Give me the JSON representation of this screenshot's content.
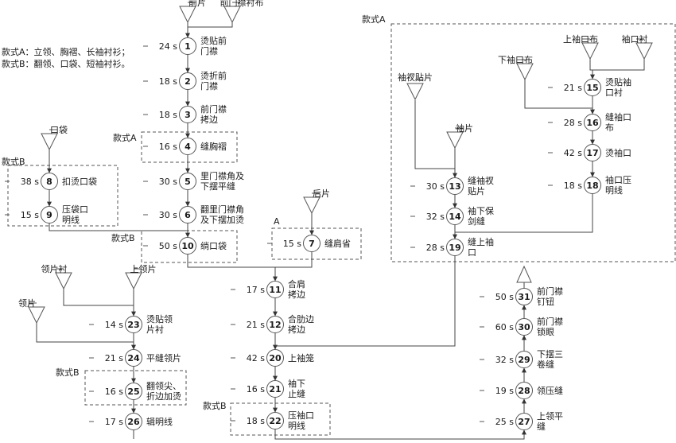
{
  "legend": [
    "款式A：立领、胸褶、长袖衬衫；",
    "款式B：翻领、口袋、短袖衬衫。"
  ],
  "groups": [
    {
      "id": "g_big_A",
      "label": "款式A"
    },
    {
      "id": "g_4",
      "label": "款式A"
    },
    {
      "id": "g_8_9",
      "label": "款式B"
    },
    {
      "id": "g_10",
      "label": "款式B"
    },
    {
      "id": "g_7",
      "label": "A"
    },
    {
      "id": "g_25",
      "label": "款式B"
    },
    {
      "id": "g_22",
      "label": "款式B"
    }
  ],
  "materials": [
    {
      "id": "m_qianpian",
      "label": "前片"
    },
    {
      "id": "m_menjin_chenbu",
      "label": "前门襟衬布"
    },
    {
      "id": "m_koudai",
      "label": "口袋"
    },
    {
      "id": "m_houpian",
      "label": "后片"
    },
    {
      "id": "m_lingpianchen",
      "label": "领片衬"
    },
    {
      "id": "m_shanglingpian",
      "label": "上领片"
    },
    {
      "id": "m_lingpian",
      "label": "领片"
    },
    {
      "id": "m_xiuchatiepian",
      "label": "袖衩贴片"
    },
    {
      "id": "m_xiupian",
      "label": "袖片"
    },
    {
      "id": "m_xiaxiukoubu",
      "label": "下袖口布"
    },
    {
      "id": "m_shangxiukoubu",
      "label": "上袖口布"
    },
    {
      "id": "m_xiukouchen",
      "label": "袖口衬"
    }
  ],
  "operations": [
    {
      "id": "op1",
      "num": "1",
      "time": "24 s",
      "label": [
        "烫贴前",
        "门襟"
      ]
    },
    {
      "id": "op2",
      "num": "2",
      "time": "18 s",
      "label": [
        "烫折前",
        "门襟"
      ]
    },
    {
      "id": "op3",
      "num": "3",
      "time": "18 s",
      "label": [
        "前门襟",
        "拷边"
      ]
    },
    {
      "id": "op4",
      "num": "4",
      "time": "16 s",
      "label": [
        "缝胸褶"
      ]
    },
    {
      "id": "op5",
      "num": "5",
      "time": "30 s",
      "label": [
        "里门襟角及",
        "下摆平缝"
      ]
    },
    {
      "id": "op6",
      "num": "6",
      "time": "30 s",
      "label": [
        "翻里门襟角",
        "及下摆加烫"
      ]
    },
    {
      "id": "op7",
      "num": "7",
      "time": "15 s",
      "label": [
        "缝肩省"
      ]
    },
    {
      "id": "op8",
      "num": "8",
      "time": "38 s",
      "label": [
        "扣烫口袋"
      ]
    },
    {
      "id": "op9",
      "num": "9",
      "time": "15 s",
      "label": [
        "压袋口",
        "明线"
      ]
    },
    {
      "id": "op10",
      "num": "10",
      "time": "50 s",
      "label": [
        "绱口袋"
      ]
    },
    {
      "id": "op11",
      "num": "11",
      "time": "17 s",
      "label": [
        "合肩",
        "拷边"
      ]
    },
    {
      "id": "op12",
      "num": "12",
      "time": "21 s",
      "label": [
        "合肋边",
        "拷边"
      ]
    },
    {
      "id": "op13",
      "num": "13",
      "time": "30 s",
      "label": [
        "缝袖衩",
        "贴片"
      ]
    },
    {
      "id": "op14",
      "num": "14",
      "time": "32 s",
      "label": [
        "袖下保",
        "剑缝"
      ]
    },
    {
      "id": "op15",
      "num": "15",
      "time": "21 s",
      "label": [
        "烫贴袖",
        "口衬"
      ]
    },
    {
      "id": "op16",
      "num": "16",
      "time": "28 s",
      "label": [
        "缝袖口",
        "布"
      ]
    },
    {
      "id": "op17",
      "num": "17",
      "time": "42 s",
      "label": [
        "烫袖口"
      ]
    },
    {
      "id": "op18",
      "num": "18",
      "time": "18 s",
      "label": [
        "袖口压",
        "明线"
      ]
    },
    {
      "id": "op19",
      "num": "19",
      "time": "28 s",
      "label": [
        "缝上袖",
        "口"
      ]
    },
    {
      "id": "op20",
      "num": "20",
      "time": "42 s",
      "label": [
        "上袖笼"
      ]
    },
    {
      "id": "op21",
      "num": "21",
      "time": "16 s",
      "label": [
        "袖下",
        "止缝"
      ]
    },
    {
      "id": "op22",
      "num": "22",
      "time": "18 s",
      "label": [
        "压袖口",
        "明线"
      ]
    },
    {
      "id": "op23",
      "num": "23",
      "time": "14 s",
      "label": [
        "烫贴领",
        "片衬"
      ]
    },
    {
      "id": "op24",
      "num": "24",
      "time": "21 s",
      "label": [
        "平缝领片"
      ]
    },
    {
      "id": "op25",
      "num": "25",
      "time": "16 s",
      "label": [
        "翻领尖、",
        "折边加烫"
      ]
    },
    {
      "id": "op26",
      "num": "26",
      "time": "17 s",
      "label": [
        "辑明线"
      ]
    },
    {
      "id": "op27",
      "num": "27",
      "time": "25 s",
      "label": [
        "上领平",
        "缝"
      ]
    },
    {
      "id": "op28",
      "num": "28",
      "time": "19 s",
      "label": [
        "领压缝"
      ]
    },
    {
      "id": "op29",
      "num": "29",
      "time": "32 s",
      "label": [
        "下摆三",
        "卷缝"
      ]
    },
    {
      "id": "op30",
      "num": "30",
      "time": "60 s",
      "label": [
        "前门襟",
        "锁眼"
      ]
    },
    {
      "id": "op31",
      "num": "31",
      "time": "50 s",
      "label": [
        "前门襟",
        "钉钮"
      ]
    }
  ]
}
